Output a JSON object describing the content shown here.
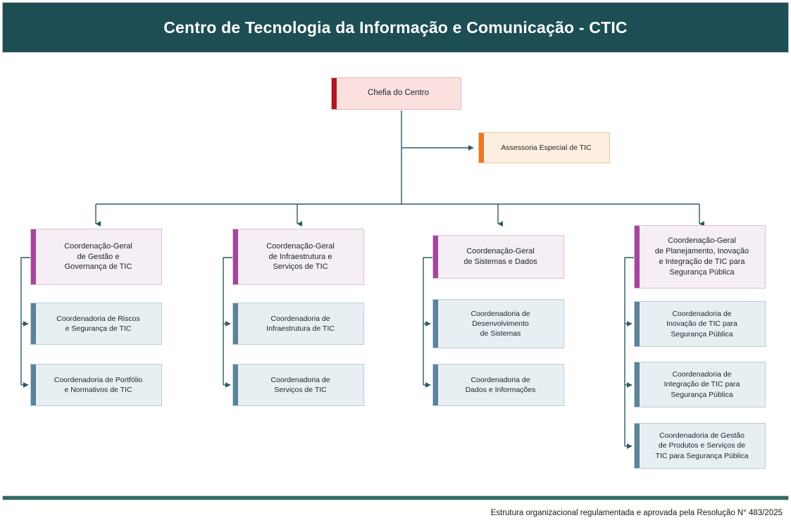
{
  "header": {
    "title": "Centro de Tecnologia da Informação e Comunicação - CTIC",
    "background": "#1d4e53",
    "text_color": "#ffffff"
  },
  "footer": {
    "rule_color": "#2e6b62",
    "note": "Estrutura organizacional regulamentada e aprovada pela Resolução N° 483/2025"
  },
  "palette": {
    "root_fill": "#fbe0e0",
    "root_accent": "#b01521",
    "staff_fill": "#fdeee0",
    "staff_accent": "#ef7622",
    "cg_fill": "#f6eef5",
    "cg_accent": "#a4459a",
    "coord_fill": "#e8eff3",
    "coord_accent": "#5c8398",
    "connector": "#2c5a63"
  },
  "chart_data": {
    "type": "diagram",
    "diagram_type": "organizational-chart",
    "title": "Centro de Tecnologia da Informação e Comunicação - CTIC",
    "nodes": [
      {
        "id": "root",
        "label": "Chefia do Centro",
        "level": 0,
        "type": "root"
      },
      {
        "id": "staff",
        "label": "Assessoria Especial de TIC",
        "level": 1,
        "type": "staff"
      },
      {
        "id": "cg1",
        "label": "Coordenação-Geral\nde Gestão e\nGovernança de TIC",
        "level": 1,
        "type": "coordenacao-geral"
      },
      {
        "id": "cg2",
        "label": "Coordenação-Geral\nde Infraestrutura e\nServiços de TIC",
        "level": 1,
        "type": "coordenacao-geral"
      },
      {
        "id": "cg3",
        "label": "Coordenação-Geral\nde Sistemas e Dados",
        "level": 1,
        "type": "coordenacao-geral"
      },
      {
        "id": "cg4",
        "label": "Coordenação-Geral\nde Planejamento, Inovação\ne Integração de TIC para\nSegurança Pública",
        "level": 1,
        "type": "coordenacao-geral"
      },
      {
        "id": "c1a",
        "label": "Coordenadoria de Riscos\ne Segurança de TIC",
        "level": 2,
        "type": "coordenadoria",
        "parent": "cg1"
      },
      {
        "id": "c1b",
        "label": "Coordenadoria de Portfólio\ne Normativos de TIC",
        "level": 2,
        "type": "coordenadoria",
        "parent": "cg1"
      },
      {
        "id": "c2a",
        "label": "Coordenadoria de\nInfraestrutura de TIC",
        "level": 2,
        "type": "coordenadoria",
        "parent": "cg2"
      },
      {
        "id": "c2b",
        "label": "Coordenadoria de\nServiços de TIC",
        "level": 2,
        "type": "coordenadoria",
        "parent": "cg2"
      },
      {
        "id": "c3a",
        "label": "Coordenadoria de\nDesenvolvimento\nde Sistemas",
        "level": 2,
        "type": "coordenadoria",
        "parent": "cg3"
      },
      {
        "id": "c3b",
        "label": "Coordenadoria de\nDados e Informações",
        "level": 2,
        "type": "coordenadoria",
        "parent": "cg3"
      },
      {
        "id": "c4a",
        "label": "Coordenadoria de\nInovação de TIC para\nSegurança Pública",
        "level": 2,
        "type": "coordenadoria",
        "parent": "cg4"
      },
      {
        "id": "c4b",
        "label": "Coordenadoria de\nIntegração de TIC para\nSegurança Pública",
        "level": 2,
        "type": "coordenadoria",
        "parent": "cg4"
      },
      {
        "id": "c4c",
        "label": "Coordenadoria de Gestão\nde Produtos e Serviços de\nTIC para Segurança Pública",
        "level": 2,
        "type": "coordenadoria",
        "parent": "cg4"
      }
    ],
    "edges": [
      {
        "from": "root",
        "to": "staff",
        "style": "staff-arrow"
      },
      {
        "from": "root",
        "to": "cg1",
        "style": "arrow"
      },
      {
        "from": "root",
        "to": "cg2",
        "style": "arrow"
      },
      {
        "from": "root",
        "to": "cg3",
        "style": "arrow"
      },
      {
        "from": "root",
        "to": "cg4",
        "style": "arrow"
      },
      {
        "from": "cg1",
        "to": "c1a",
        "style": "elbow-arrow"
      },
      {
        "from": "cg1",
        "to": "c1b",
        "style": "elbow-arrow"
      },
      {
        "from": "cg2",
        "to": "c2a",
        "style": "elbow-arrow"
      },
      {
        "from": "cg2",
        "to": "c2b",
        "style": "elbow-arrow"
      },
      {
        "from": "cg3",
        "to": "c3a",
        "style": "elbow-arrow"
      },
      {
        "from": "cg3",
        "to": "c3b",
        "style": "elbow-arrow"
      },
      {
        "from": "cg4",
        "to": "c4a",
        "style": "elbow-arrow"
      },
      {
        "from": "cg4",
        "to": "c4b",
        "style": "elbow-arrow"
      },
      {
        "from": "cg4",
        "to": "c4c",
        "style": "elbow-arrow"
      }
    ]
  }
}
